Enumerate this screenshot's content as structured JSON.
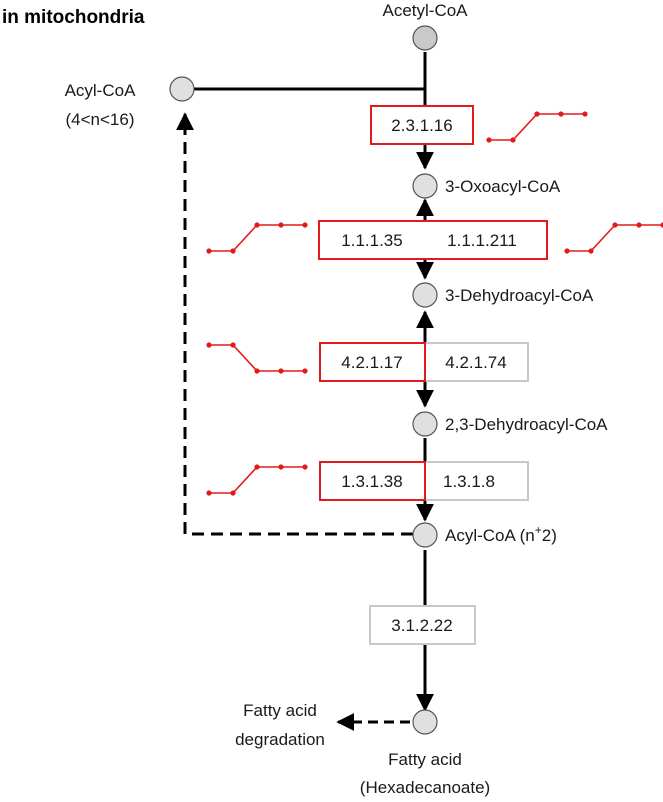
{
  "title": "in mitochondria",
  "colors": {
    "highlight": "#e31a1c",
    "neutral_box": "#c8c8c8",
    "node_fill": "#e0e0e0",
    "node_fill_dark": "#c9c9c9",
    "line": "#000000"
  },
  "metabolites": {
    "acetyl_coa": "Acetyl-CoA",
    "acyl_coa_left_line1": "Acyl-CoA",
    "acyl_coa_left_line2": "(4<n<16)",
    "oxoacyl_coa": "3-Oxoacyl-CoA",
    "dehydroacyl_coa": "3-Dehydroacyl-CoA",
    "dehydroacyl_coa_23": "2,3-Dehydroacyl-CoA",
    "acyl_coa_n2": "Acyl-CoA (n",
    "acyl_coa_n2_sup": "+",
    "acyl_coa_n2_end": "2)",
    "fatty_acid_line1": "Fatty acid",
    "fatty_acid_line2": "(Hexadecanoate)",
    "degradation_line1": "Fatty acid",
    "degradation_line2": "degradation"
  },
  "enzymes": {
    "e_2_3_1_16": "2.3.1.16",
    "e_1_1_1_35": "1.1.1.35",
    "e_1_1_1_211": "1.1.1.211",
    "e_4_2_1_17": "4.2.1.17",
    "e_4_2_1_74": "4.2.1.74",
    "e_1_3_1_38": "1.3.1.38",
    "e_1_3_1_8": "1.3.1.8",
    "e_3_1_2_22": "3.1.2.22"
  },
  "expression_profiles": {
    "trend_up": [
      0,
      0,
      1,
      1,
      1
    ],
    "trend_down": [
      1,
      1,
      0,
      0,
      0
    ]
  }
}
